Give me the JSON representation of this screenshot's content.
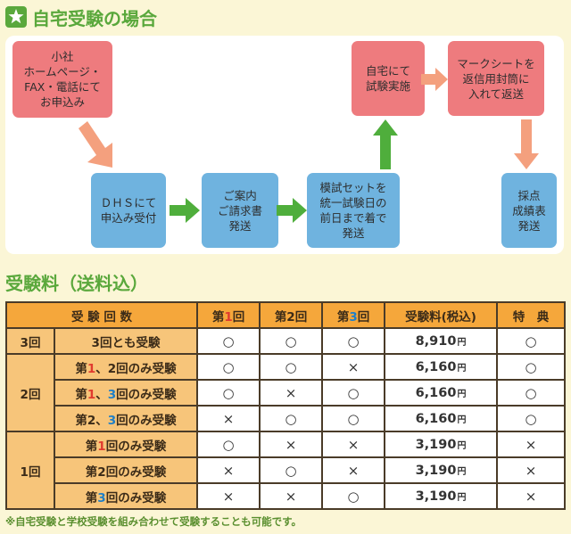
{
  "section1": {
    "title": "自宅受験の場合"
  },
  "flow": {
    "step1": "小社\nホームページ・\nFAX・電話にて\nお申込み",
    "step2": "ＤＨＳにて\n申込み受付",
    "step3": "ご案内\nご請求書\n発送",
    "step4": "模試セットを\n統一試験日の\n前日まで着で\n発送",
    "step5": "自宅にて\n試験実施",
    "step6": "マークシートを\n返信用封筒に\n入れて返送",
    "step7": "採点\n成績表\n発送"
  },
  "section2": {
    "title": "受験料（送料込）"
  },
  "table": {
    "headers": {
      "count": "受 験 回 数",
      "dai1_pre": "第",
      "dai1_num": "1",
      "dai1_post": "回",
      "dai2": "第2回",
      "dai3_pre": "第",
      "dai3_num": "3",
      "dai3_post": "回",
      "fee": "受験料(税込)",
      "bonus": "特　典"
    },
    "groups": {
      "g3": "3回",
      "g2": "2回",
      "g1": "1回"
    },
    "rows": [
      {
        "label_a": "3回とも受験",
        "label_b": "",
        "label_c": "",
        "label_d": "",
        "label_e": "",
        "c1": "○",
        "c2": "○",
        "c3": "○",
        "fee": "8,910",
        "unit": "円",
        "bonus": "○"
      },
      {
        "label_a": "第",
        "label_b": "1",
        "label_c": "、2回のみ受験",
        "label_d": "",
        "label_e": "",
        "c1": "○",
        "c2": "○",
        "c3": "×",
        "fee": "6,160",
        "unit": "円",
        "bonus": "○"
      },
      {
        "label_a": "第",
        "label_b": "1",
        "label_c": "、",
        "label_d": "3",
        "label_e": "回のみ受験",
        "c1": "○",
        "c2": "×",
        "c3": "○",
        "fee": "6,160",
        "unit": "円",
        "bonus": "○"
      },
      {
        "label_a": "第2、",
        "label_b": "3",
        "label_c": "回のみ受験",
        "label_d": "",
        "label_e": "",
        "c1": "×",
        "c2": "○",
        "c3": "○",
        "fee": "6,160",
        "unit": "円",
        "bonus": "○"
      },
      {
        "label_a": "第",
        "label_b": "1",
        "label_c": "回のみ受験",
        "label_d": "",
        "label_e": "",
        "c1": "○",
        "c2": "×",
        "c3": "×",
        "fee": "3,190",
        "unit": "円",
        "bonus": "×"
      },
      {
        "label_a": "第2回のみ受験",
        "label_b": "",
        "label_c": "",
        "label_d": "",
        "label_e": "",
        "c1": "×",
        "c2": "○",
        "c3": "×",
        "fee": "3,190",
        "unit": "円",
        "bonus": "×"
      },
      {
        "label_a": "第",
        "label_b": "3",
        "label_c": "回のみ受験",
        "label_d": "",
        "label_e": "",
        "c1": "×",
        "c2": "×",
        "c3": "○",
        "fee": "3,190",
        "unit": "円",
        "bonus": "×"
      }
    ]
  },
  "note": "※自宅受験と学校受験を組み合わせて受験することも可能です。",
  "colors": {
    "pink_box": "#ee7b7e",
    "blue_box": "#6fb3df",
    "arrow_pink": "#f4a07e",
    "arrow_green": "#4fae3c",
    "header_orange": "#f5a73b",
    "heading_green": "#5aa83c"
  }
}
